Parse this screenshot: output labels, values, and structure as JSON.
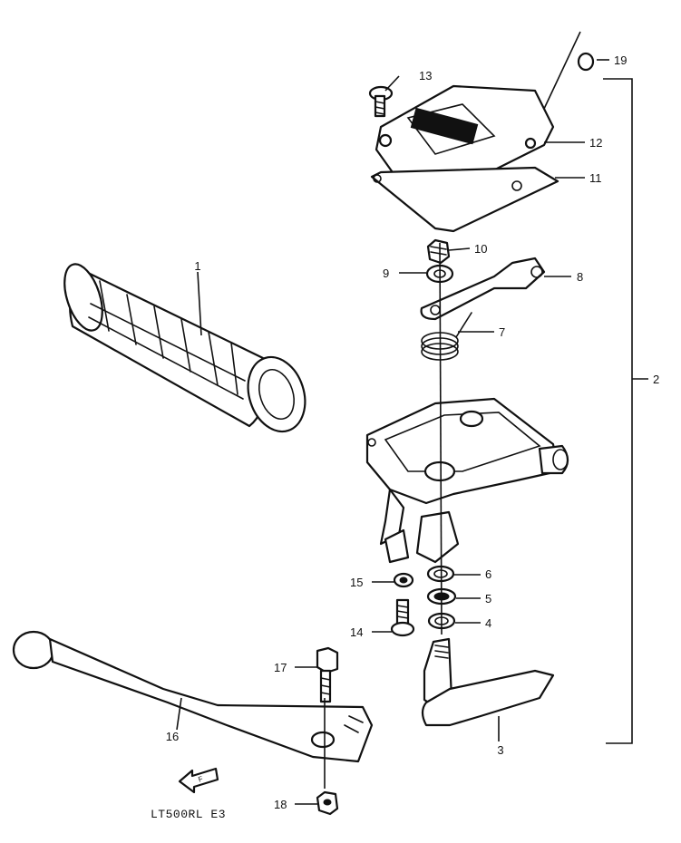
{
  "callouts": [
    "1",
    "2",
    "3",
    "4",
    "5",
    "6",
    "7",
    "8",
    "9",
    "10",
    "11",
    "12",
    "13",
    "14",
    "15",
    "16",
    "17",
    "18",
    "19"
  ],
  "model_code": "LT500RL E3",
  "direction_arrow_text": "F"
}
